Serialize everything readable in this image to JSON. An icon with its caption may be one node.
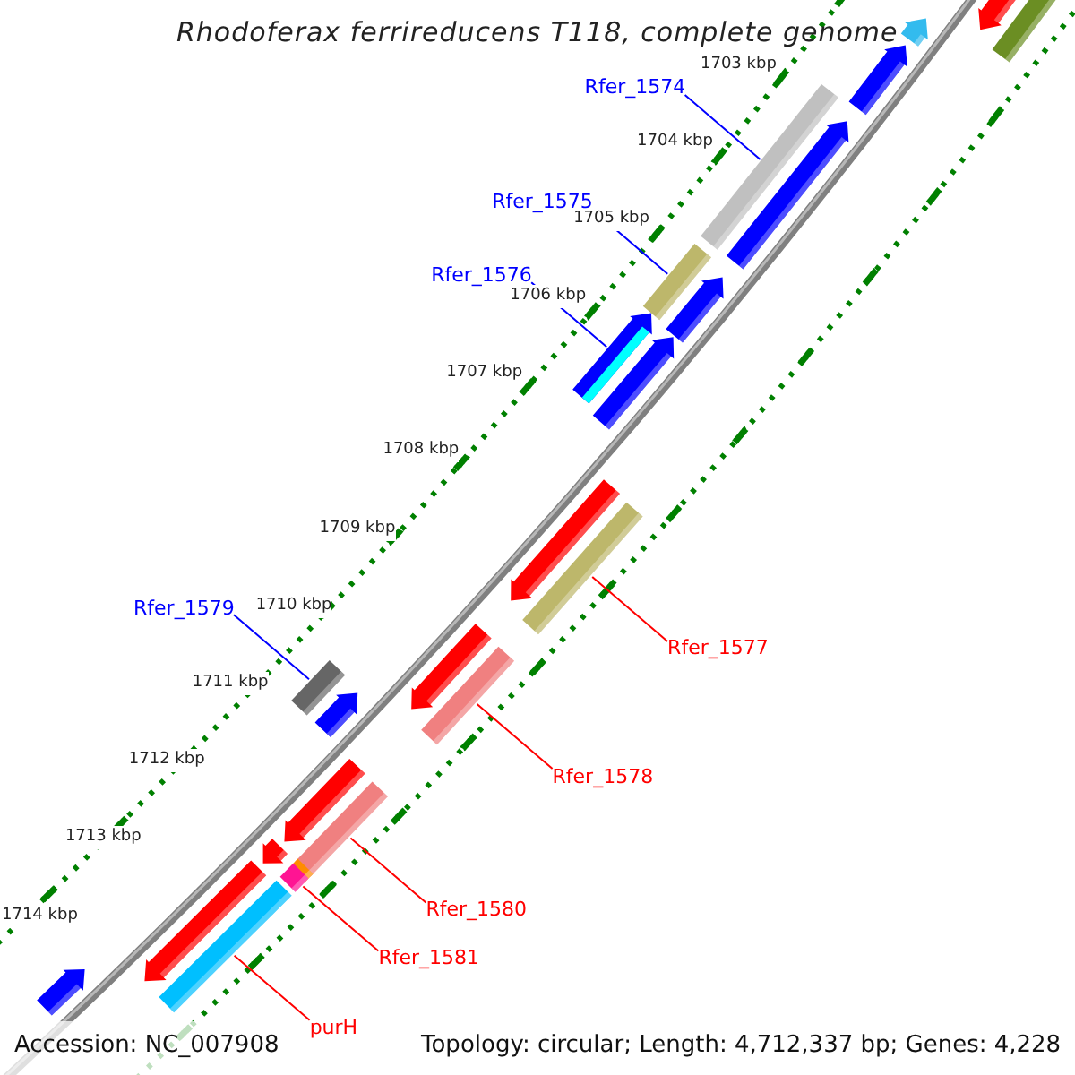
{
  "diagram": {
    "title": "Rhodoferax ferrireducens T118, complete genome",
    "nodes": [
      {
        "text": [
          "Rfer_1574"
        ]
      },
      {
        "text": [
          "Rfer_1575"
        ]
      },
      {
        "text": [
          "Rfer_1576"
        ]
      },
      {
        "text": [
          "Rfer_1579"
        ]
      },
      {
        "text": [
          "Rfer_1577"
        ]
      },
      {
        "text": [
          "Rfer_1578"
        ]
      },
      {
        "text": [
          "Rfer_1580"
        ]
      },
      {
        "text": [
          "Rfer_1581"
        ]
      },
      {
        "text": [
          "purH"
        ]
      },
      {
        "text": [],
        "shape": "arrow"
      },
      {
        "text": [],
        "shape": "bar"
      },
      {
        "text": [],
        "shape": "arrow"
      },
      {
        "text": [],
        "shape": "arrow"
      },
      {
        "text": [],
        "shape": "bar"
      },
      {
        "text": [],
        "shape": "arrow"
      },
      {
        "text": [],
        "shape": "bar"
      },
      {
        "text": [],
        "shape": "arrow"
      },
      {
        "text": [],
        "shape": "arrow"
      },
      {
        "text": [],
        "shape": "arrow"
      },
      {
        "text": [],
        "shape": "arrow"
      },
      {
        "text": [],
        "shape": "bar"
      },
      {
        "text": [],
        "shape": "arrow"
      },
      {
        "text": [],
        "shape": "bar"
      },
      {
        "text": [],
        "shape": "bar"
      },
      {
        "text": [],
        "shape": "arrow"
      },
      {
        "text": [],
        "shape": "arrow"
      },
      {
        "text": [],
        "shape": "bar"
      },
      {
        "text": [],
        "shape": "arrow"
      },
      {
        "text": [],
        "shape": "bar"
      },
      {
        "text": [],
        "shape": "arrow"
      },
      {
        "text": [],
        "shape": "bar"
      },
      {
        "text": [],
        "shape": "bar"
      },
      {
        "text": [],
        "shape": "arrow"
      }
    ],
    "edges": [
      {
        "from": 0,
        "to": 13,
        "arrow": "none",
        "color": "#0000ff"
      },
      {
        "from": 1,
        "to": 15,
        "arrow": "none",
        "color": "#0000ff"
      },
      {
        "from": 2,
        "to": 17,
        "arrow": "none",
        "color": "#0000ff"
      },
      {
        "from": 3,
        "to": 23,
        "arrow": "none",
        "color": "#0000ff"
      },
      {
        "from": 4,
        "to": 20,
        "arrow": "none"
      },
      {
        "from": 5,
        "to": 22,
        "arrow": "none"
      },
      {
        "from": 6,
        "to": 26,
        "arrow": "none"
      },
      {
        "from": 7,
        "to": 30,
        "arrow": "none"
      },
      {
        "from": 8,
        "to": 31,
        "arrow": "none"
      }
    ],
    "labels": [
      "1703 kbp",
      "1704 kbp",
      "1705 kbp",
      "1706 kbp",
      "1707 kbp",
      "1708 kbp",
      "1709 kbp",
      "1710 kbp",
      "1711 kbp",
      "1712 kbp",
      "1713 kbp",
      "1714 kbp",
      "Accession: NC_007908",
      "Topology: circular; Length: 4,712,337 bp; Genes: 4,228"
    ]
  }
}
